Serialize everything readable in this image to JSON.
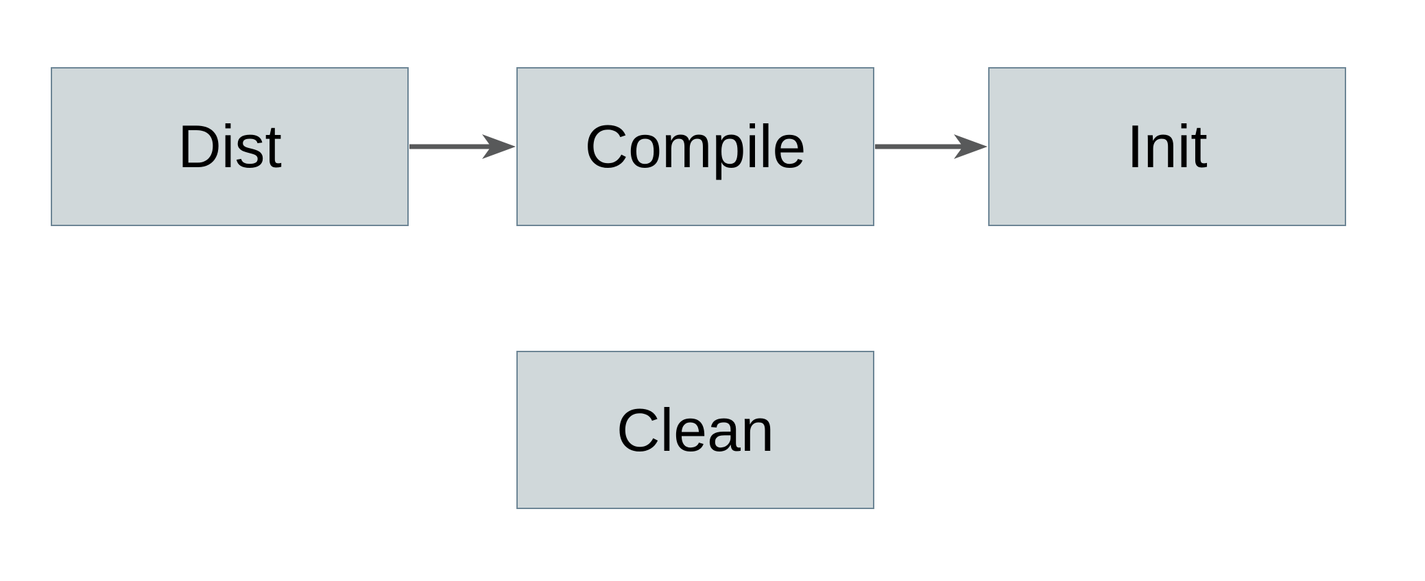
{
  "diagram": {
    "type": "flowchart",
    "nodes": [
      {
        "id": "dist",
        "label": "Dist"
      },
      {
        "id": "compile",
        "label": "Compile"
      },
      {
        "id": "init",
        "label": "Init"
      },
      {
        "id": "clean",
        "label": "Clean"
      }
    ],
    "edges": [
      {
        "from": "dist",
        "to": "compile",
        "style": "arrow-right"
      },
      {
        "from": "compile",
        "to": "init",
        "style": "arrow-right"
      }
    ],
    "colors": {
      "node_fill": "#d0d8da",
      "node_border": "#6c8595",
      "arrow": "#58595a",
      "text": "#000000",
      "background": "#ffffff"
    }
  }
}
